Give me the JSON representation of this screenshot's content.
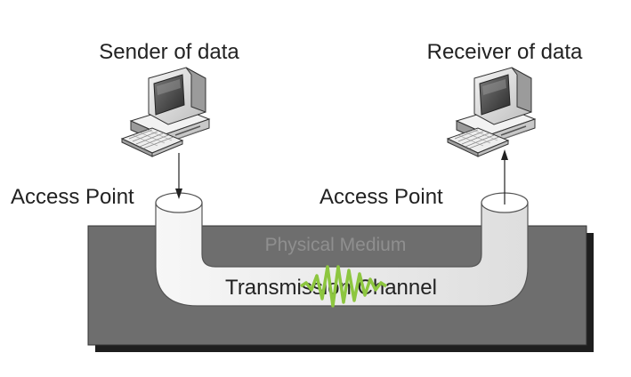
{
  "sender": {
    "label": "Sender of data",
    "icon": "desktop-computer-icon"
  },
  "receiver": {
    "label": "Receiver of data",
    "icon": "desktop-computer-icon"
  },
  "access_point_left": {
    "label": "Access Point"
  },
  "access_point_right": {
    "label": "Access Point"
  },
  "medium": {
    "label": "Physical Medium"
  },
  "channel": {
    "label": "Transmission Channel"
  },
  "signal": {
    "icon": "signal-wave-icon"
  },
  "colors": {
    "medium_fill": "#6e6e6e",
    "medium_shadow": "#1e1e1e",
    "medium_label": "#8f8f8f",
    "tube_fill": "#ececec",
    "tube_stroke": "#555555",
    "signal": "#8dc63f",
    "text": "#222222"
  }
}
